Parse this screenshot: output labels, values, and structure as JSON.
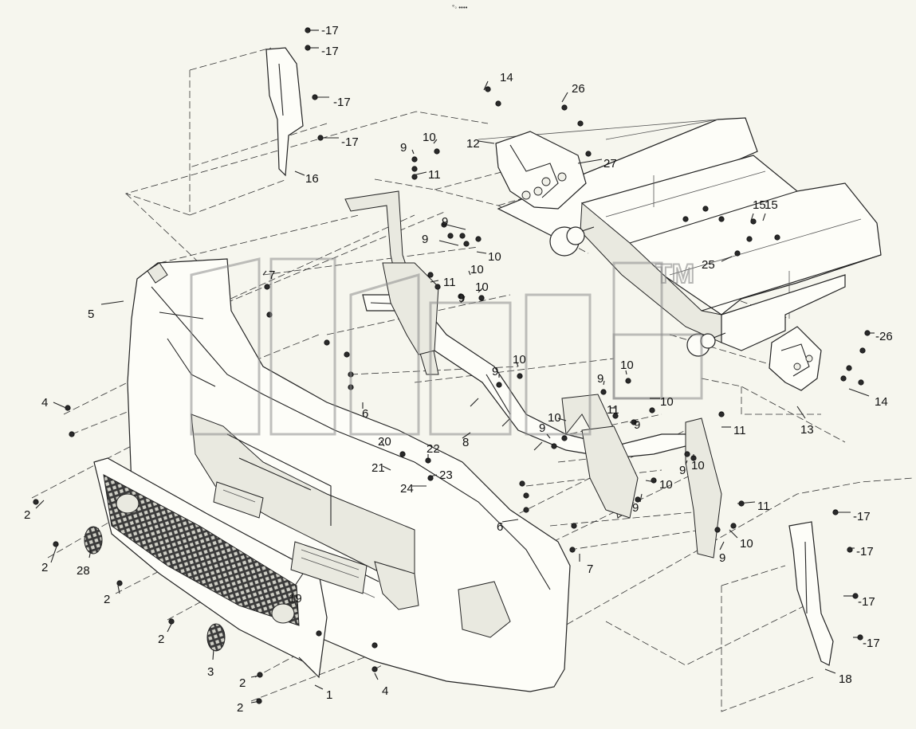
{
  "header_mark": "°◦ ••••",
  "watermark": {
    "text": "TM"
  },
  "callouts": [
    {
      "id": "c1",
      "label": "-17"
    },
    {
      "id": "c2",
      "label": "-17"
    },
    {
      "id": "c3",
      "label": "-17"
    },
    {
      "id": "c4",
      "label": "-17"
    },
    {
      "id": "c5",
      "label": "16"
    },
    {
      "id": "c6",
      "label": "14"
    },
    {
      "id": "c7",
      "label": "26"
    },
    {
      "id": "c8",
      "label": "12"
    },
    {
      "id": "c9",
      "label": "27"
    },
    {
      "id": "c10",
      "label": "10"
    },
    {
      "id": "c11",
      "label": "9"
    },
    {
      "id": "c12",
      "label": "11"
    },
    {
      "id": "c13",
      "label": "15"
    },
    {
      "id": "c14",
      "label": "15"
    },
    {
      "id": "c15",
      "label": "25"
    },
    {
      "id": "c16",
      "label": "9"
    },
    {
      "id": "c17",
      "label": "9"
    },
    {
      "id": "c18",
      "label": "10"
    },
    {
      "id": "c19",
      "label": "10"
    },
    {
      "id": "c20",
      "label": "11"
    },
    {
      "id": "c21",
      "label": "9"
    },
    {
      "id": "c22",
      "label": "10"
    },
    {
      "id": "c23",
      "label": "7"
    },
    {
      "id": "c24",
      "label": "5"
    },
    {
      "id": "c25",
      "label": "-26"
    },
    {
      "id": "c26",
      "label": "14"
    },
    {
      "id": "c27",
      "label": "13"
    },
    {
      "id": "c28",
      "label": "4"
    },
    {
      "id": "c29",
      "label": "6"
    },
    {
      "id": "c30",
      "label": "9"
    },
    {
      "id": "c31",
      "label": "10"
    },
    {
      "id": "c32",
      "label": "9"
    },
    {
      "id": "c33",
      "label": "10"
    },
    {
      "id": "c34",
      "label": "11"
    },
    {
      "id": "c35",
      "label": "10"
    },
    {
      "id": "c36",
      "label": "20"
    },
    {
      "id": "c37",
      "label": "8"
    },
    {
      "id": "c38",
      "label": "9"
    },
    {
      "id": "c39",
      "label": "10"
    },
    {
      "id": "c40",
      "label": "9"
    },
    {
      "id": "c41",
      "label": "11"
    },
    {
      "id": "c42",
      "label": "21"
    },
    {
      "id": "c43",
      "label": "22"
    },
    {
      "id": "c44",
      "label": "23"
    },
    {
      "id": "c45",
      "label": "24"
    },
    {
      "id": "c46",
      "label": "9"
    },
    {
      "id": "c47",
      "label": "10"
    },
    {
      "id": "c48",
      "label": "10"
    },
    {
      "id": "c49",
      "label": "2"
    },
    {
      "id": "c50",
      "label": "9"
    },
    {
      "id": "c51",
      "label": "6"
    },
    {
      "id": "c52",
      "label": "11"
    },
    {
      "id": "c53",
      "label": "2"
    },
    {
      "id": "c54",
      "label": "28"
    },
    {
      "id": "c55",
      "label": "10"
    },
    {
      "id": "c56",
      "label": "9"
    },
    {
      "id": "c57",
      "label": "-17"
    },
    {
      "id": "c58",
      "label": "7"
    },
    {
      "id": "c59",
      "label": "2"
    },
    {
      "id": "c60",
      "label": "-17"
    },
    {
      "id": "c61",
      "label": "19"
    },
    {
      "id": "c62",
      "label": "2"
    },
    {
      "id": "c63",
      "label": "-17"
    },
    {
      "id": "c64",
      "label": "3"
    },
    {
      "id": "c65",
      "label": "-17"
    },
    {
      "id": "c66",
      "label": "4"
    },
    {
      "id": "c67",
      "label": "2"
    },
    {
      "id": "c68",
      "label": "18"
    },
    {
      "id": "c69",
      "label": "1"
    },
    {
      "id": "c70",
      "label": "2"
    }
  ]
}
